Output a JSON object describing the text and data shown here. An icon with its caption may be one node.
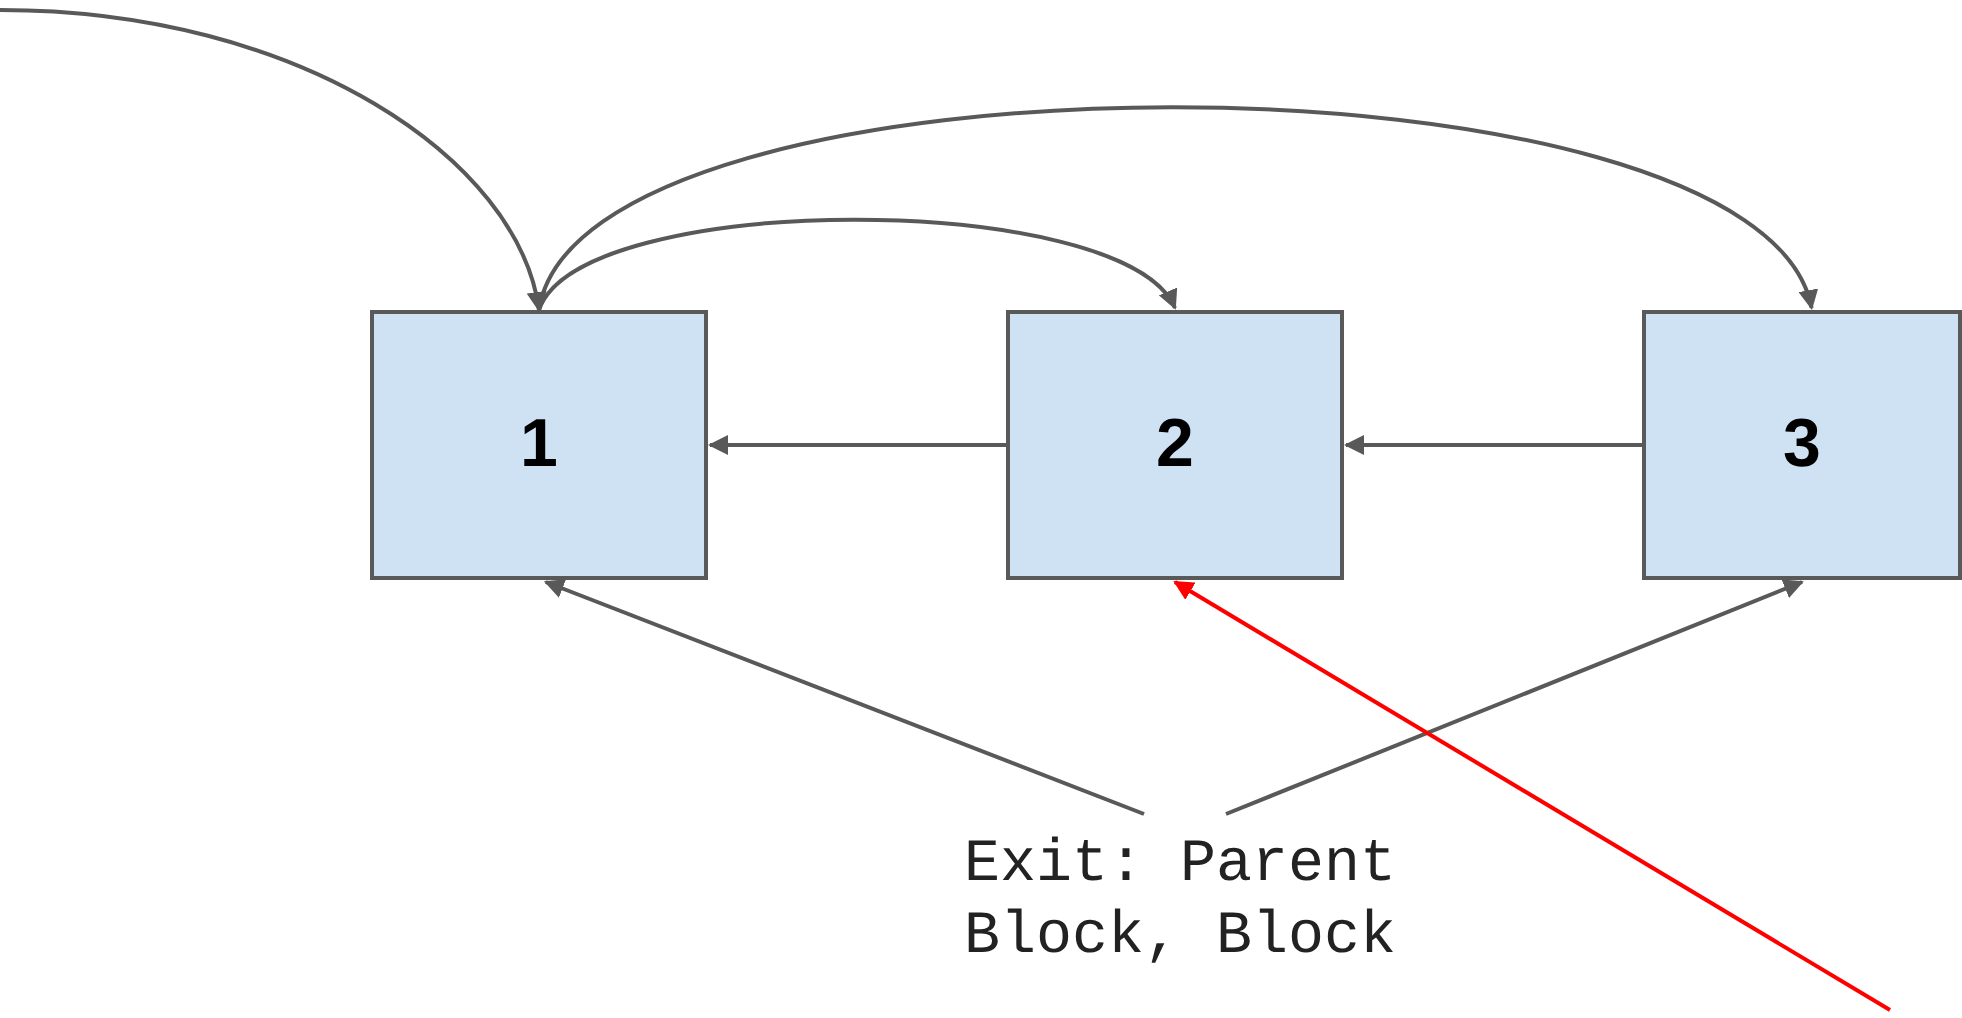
{
  "diagram": {
    "nodes": [
      {
        "text": [
          "1"
        ]
      },
      {
        "text": [
          "2"
        ]
      },
      {
        "text": [
          "3"
        ]
      },
      {
        "text": [
          "Exit: Parent Block, Block"
        ]
      }
    ],
    "edges": [
      {
        "from": null,
        "to": 0,
        "arrow": "to"
      },
      {
        "from": 0,
        "to": 1,
        "arrow": "to"
      },
      {
        "from": 0,
        "to": 2,
        "arrow": "to"
      },
      {
        "from": 1,
        "to": 0,
        "arrow": "to"
      },
      {
        "from": 2,
        "to": 1,
        "arrow": "to"
      },
      {
        "from": 3,
        "to": 0,
        "arrow": "to"
      },
      {
        "from": 3,
        "to": 2,
        "arrow": "to"
      },
      {
        "from": null,
        "to": 1,
        "arrow": "to",
        "color": "#ff0000"
      }
    ]
  }
}
